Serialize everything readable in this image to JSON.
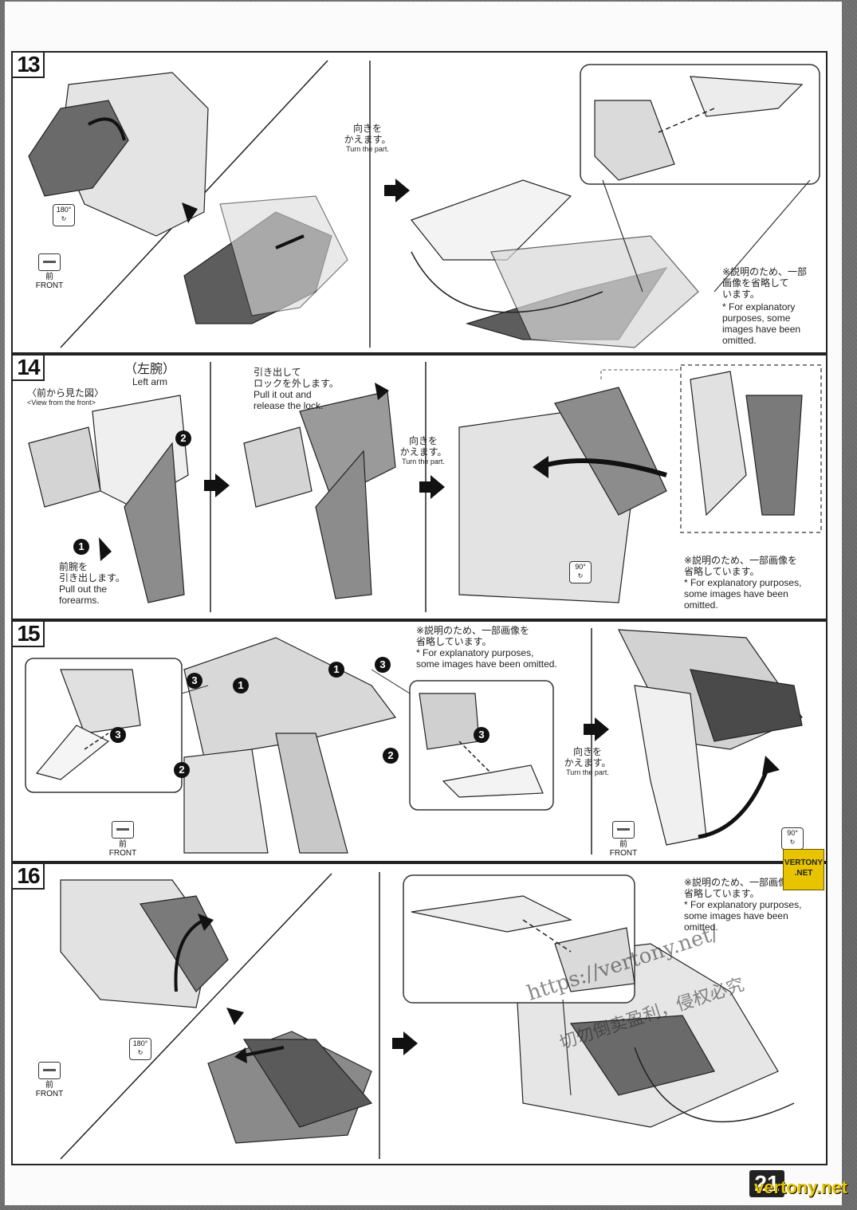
{
  "steps": {
    "s13": {
      "number": "13",
      "turn_jp": "向きを\nかえます。",
      "turn_en": "Turn the part.",
      "front_jp": "前",
      "front_en": "FRONT",
      "rotate": "180°",
      "note_jp": "※説明のため、一部\n画像を省略して\nいます。",
      "note_en": "* For explanatory\npurposes, some\nimages have been\nomitted."
    },
    "s14": {
      "number": "14",
      "left_arm_jp": "（左腕）",
      "left_arm_en": "Left arm",
      "front_view_jp": "〈前から見た図〉",
      "front_view_en": "<View from the front>",
      "badge1": "1",
      "badge2": "2",
      "forearm_jp": "前腕を\n引き出します。",
      "forearm_en": "Pull out the\nforearms.",
      "pull_jp": "引き出して\nロックを外します。",
      "pull_en": "Pull it out and\nrelease the lock.",
      "turn_jp": "向きを\nかえます。",
      "turn_en": "Turn the part.",
      "rotate": "90°",
      "note_jp": "※説明のため、一部画像を\n省略しています。",
      "note_en": "* For explanatory purposes,\nsome images have been\nomitted."
    },
    "s15": {
      "number": "15",
      "badge1": "1",
      "badge2": "2",
      "badge3": "3",
      "note_jp": "※説明のため、一部画像を\n省略しています。",
      "note_en": "* For explanatory purposes,\nsome images have been omitted.",
      "turn_jp": "向きを\nかえます。",
      "turn_en": "Turn the part.",
      "front_jp": "前",
      "front_en": "FRONT",
      "rotate": "90°"
    },
    "s16": {
      "number": "16",
      "front_jp": "前",
      "front_en": "FRONT",
      "rotate": "180°",
      "note_jp": "※説明のため、一部画像を\n省略しています。",
      "note_en": "* For explanatory purposes,\nsome images have been\nomitted."
    }
  },
  "watermark": {
    "url": "https://vertony.net/",
    "line2": "切勿倒卖盈利，侵权必究"
  },
  "logo": "VERTONY\n.NET",
  "page_number": "21",
  "site": "vertony.net"
}
